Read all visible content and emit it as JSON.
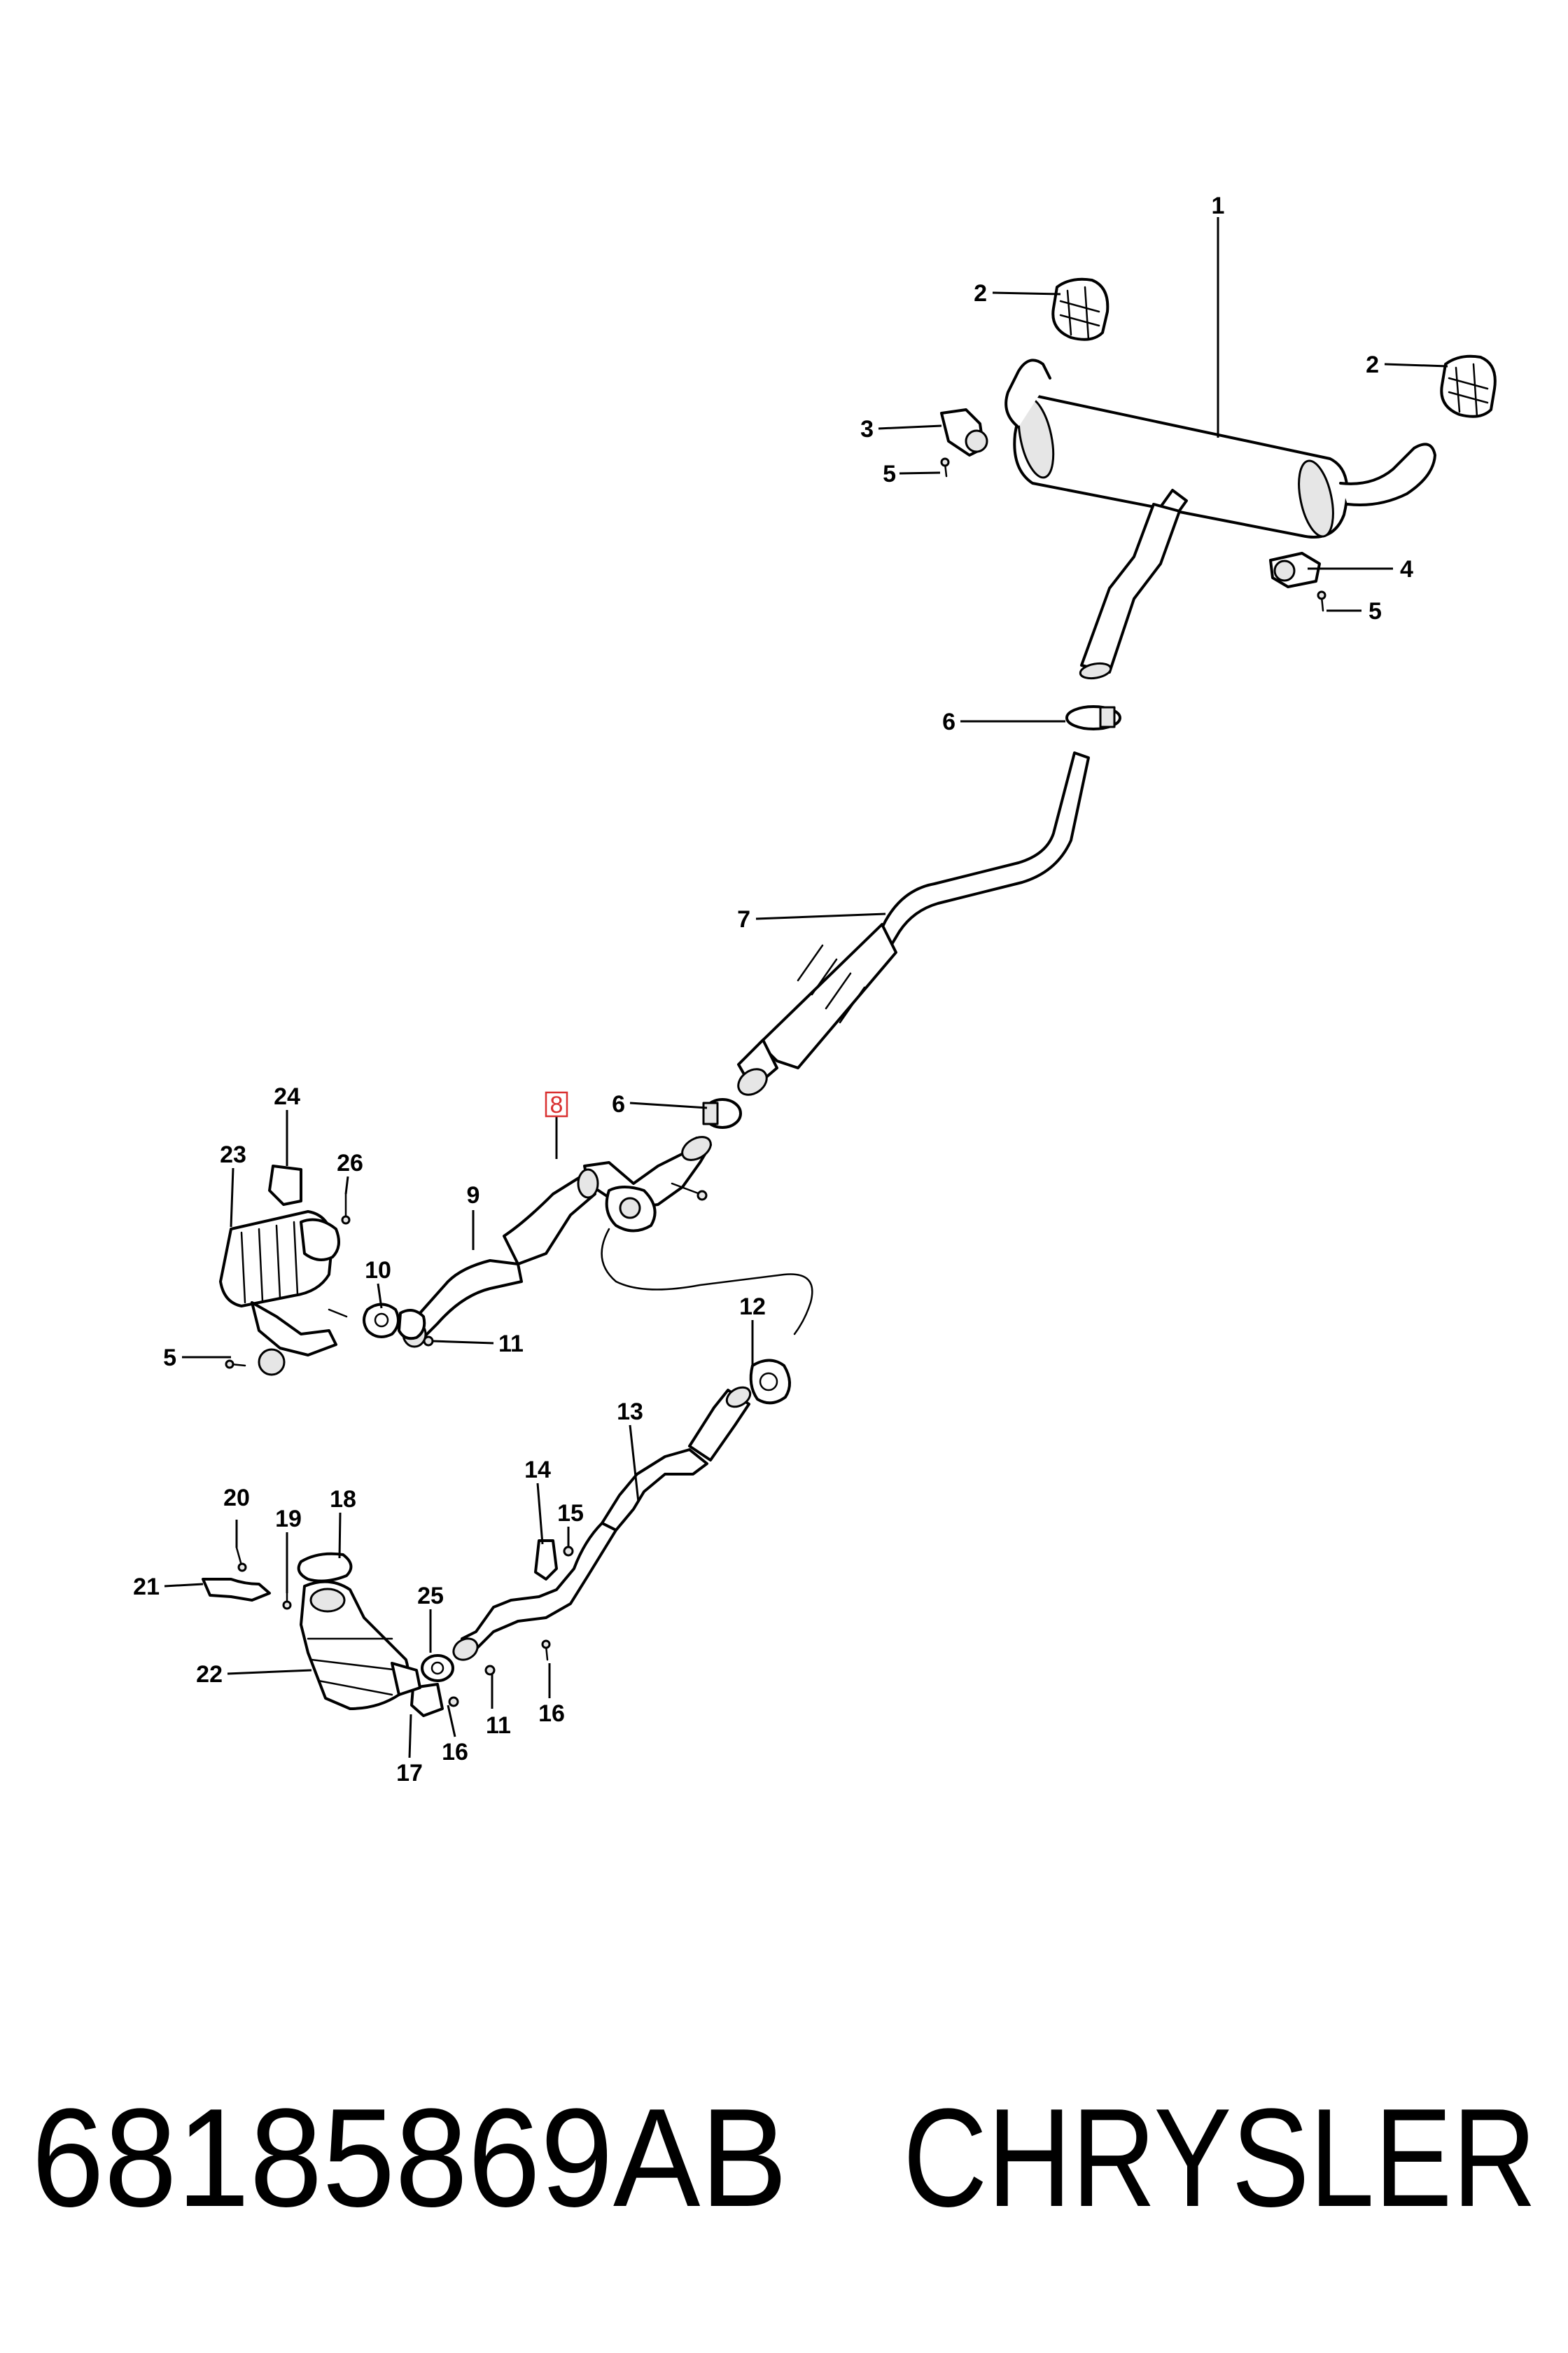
{
  "part_number": "68185869AB",
  "brand": "CHRYSLER",
  "highlighted_callout": "8",
  "colors": {
    "highlight": "#d93030",
    "line": "#000000",
    "background": "#ffffff"
  },
  "callouts": {
    "c1": "1",
    "c2a": "2",
    "c2b": "2",
    "c3": "3",
    "c4": "4",
    "c5a": "5",
    "c5b": "5",
    "c5c": "5",
    "c6a": "6",
    "c6b": "6",
    "c7": "7",
    "c8": "8",
    "c9": "9",
    "c10": "10",
    "c11a": "11",
    "c11b": "11",
    "c12": "12",
    "c13": "13",
    "c14": "14",
    "c15": "15",
    "c16a": "16",
    "c16b": "16",
    "c17": "17",
    "c18": "18",
    "c19": "19",
    "c20": "20",
    "c21": "21",
    "c22": "22",
    "c23": "23",
    "c24": "24",
    "c25": "25",
    "c26": "26"
  }
}
